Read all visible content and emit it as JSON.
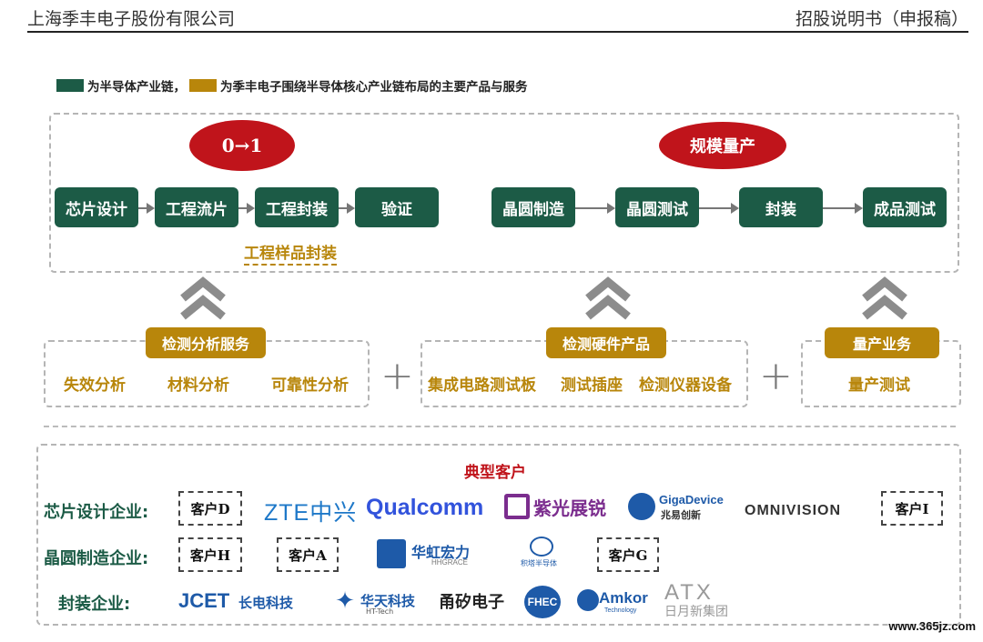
{
  "header": {
    "company": "上海季丰电子股份有限公司",
    "doc_title": "招股说明书（申报稿）"
  },
  "legend": {
    "green_label": "为半导体产业链，",
    "gold_label": "为季丰电子围绕半导体核心产业链布局的主要产品与服务",
    "green_color": "#1c5b46",
    "gold_color": "#b8860b"
  },
  "stage_left": {
    "badge": "0→1",
    "steps": [
      "芯片设计",
      "工程流片",
      "工程封装",
      "验证"
    ],
    "sub_label": "工程样品封装"
  },
  "stage_right": {
    "badge": "规模量产",
    "steps": [
      "晶圆制造",
      "晶圆测试",
      "封装",
      "成品测试"
    ]
  },
  "services": [
    {
      "title": "检测分析服务",
      "items": [
        "失效分析",
        "材料分析",
        "可靠性分析"
      ]
    },
    {
      "title": "检测硬件产品",
      "items": [
        "集成电路测试板",
        "测试插座",
        "检测仪器设备"
      ]
    },
    {
      "title": "量产业务",
      "items": [
        "量产测试"
      ]
    }
  ],
  "plus_sign": "+",
  "customers": {
    "title": "典型客户",
    "rows": [
      {
        "label": "芯片设计企业:",
        "entries": [
          "客户D",
          "ZTE中兴",
          "Qualcomm",
          "紫光展锐",
          "GigaDevice",
          "兆易创新",
          "OMNIVISION",
          "客户I"
        ]
      },
      {
        "label": "晶圆制造企业:",
        "entries": [
          "客户H",
          "客户A",
          "华虹宏力",
          "HHGRACE",
          "积塔半导体",
          "客户G"
        ]
      },
      {
        "label": "封装企业:",
        "entries": [
          "JCET",
          "长电科技",
          "华天科技",
          "HT-Tech",
          "甬矽电子",
          "FHEC",
          "Amkor",
          "Technology",
          "ATX",
          "日月新集团"
        ]
      }
    ]
  },
  "watermark": "www.365jz.com",
  "colors": {
    "green": "#1c5b46",
    "gold": "#b8860b",
    "red": "#c0141b",
    "qualcomm_blue": "#3253dc",
    "zte_blue": "#1e78c8",
    "unisoc_purple": "#7b2d8e",
    "jcet_blue": "#1e5aa8"
  }
}
